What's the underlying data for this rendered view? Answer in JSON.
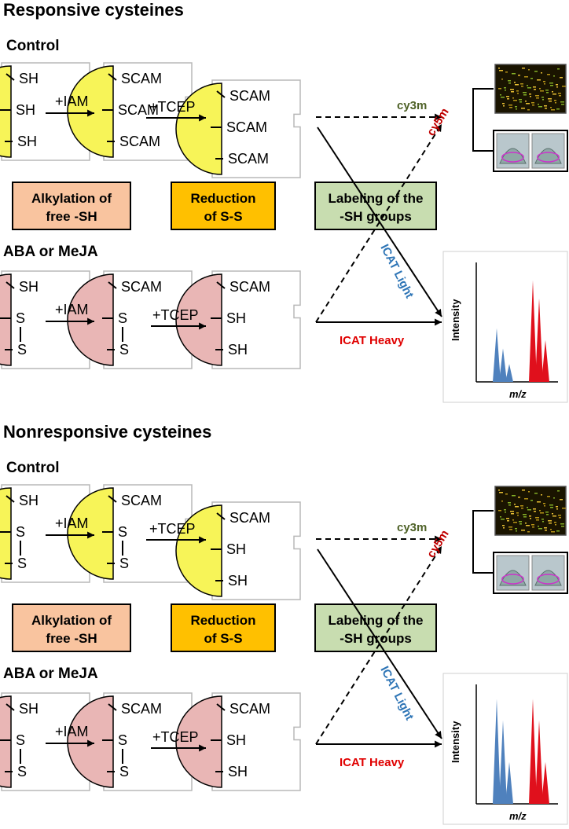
{
  "colors": {
    "control_fill": "#f7f458",
    "treated_fill": "#e9b6b5",
    "alkylation_fill": "#f9c49f",
    "reduction_fill": "#ffc000",
    "labeling_fill": "#c8ddb0",
    "cy3m": "#4f6228",
    "cy5m": "#c00000",
    "icat_light": "#2e75b6",
    "icat_heavy": "#e00000"
  },
  "panels": [
    {
      "title": "Responsive cysteines",
      "control": {
        "label": "Control",
        "protein1": [
          "SH",
          "SH",
          "SH"
        ],
        "reagent1": "+IAM",
        "protein2": [
          "SCAM",
          "SCAM",
          "SCAM"
        ],
        "reagent2": "+TCEP",
        "protein3": [
          "SCAM",
          "SCAM",
          "SCAM"
        ]
      },
      "steps": {
        "alkylation": [
          "Alkylation of",
          "free -SH"
        ],
        "reduction": [
          "Reduction",
          "of S-S"
        ],
        "labeling": [
          "Labeling of the",
          "-SH groups"
        ]
      },
      "treated": {
        "label": "ABA or MeJA",
        "protein1": [
          "SH",
          "S",
          "S"
        ],
        "reagent1": "+IAM",
        "protein2": [
          "SCAM",
          "S",
          "S"
        ],
        "reagent2": "+TCEP",
        "protein3": [
          "SCAM",
          "SH",
          "SH"
        ]
      },
      "labels": {
        "cy3m": "cy3m",
        "cy5m": "cy5m",
        "icat_light": "ICAT Light",
        "icat_heavy": "ICAT Heavy"
      },
      "ms_chart": {
        "ylabel": "Intensity",
        "xlabel": "m/z",
        "light_peaks": [
          0.45,
          0.28,
          0.15
        ],
        "heavy_peaks": [
          0.85,
          0.7,
          0.35
        ],
        "light_color": "#4f81bd",
        "heavy_color": "#e0101c"
      }
    },
    {
      "title": "Nonresponsive cysteines",
      "control": {
        "label": "Control",
        "protein1": [
          "SH",
          "S",
          "S"
        ],
        "reagent1": "+IAM",
        "protein2": [
          "SCAM",
          "S",
          "S"
        ],
        "reagent2": "+TCEP",
        "protein3": [
          "SCAM",
          "SH",
          "SH"
        ]
      },
      "steps": {
        "alkylation": [
          "Alkylation of",
          "free -SH"
        ],
        "reduction": [
          "Reduction",
          "of S-S"
        ],
        "labeling": [
          "Labeling of the",
          "-SH groups"
        ]
      },
      "treated": {
        "label": "ABA or MeJA",
        "protein1": [
          "SH",
          "S",
          "S"
        ],
        "reagent1": "+IAM",
        "protein2": [
          "SCAM",
          "S",
          "S"
        ],
        "reagent2": "+TCEP",
        "protein3": [
          "SCAM",
          "SH",
          "SH"
        ]
      },
      "labels": {
        "cy3m": "cy3m",
        "cy5m": "cy5m",
        "icat_light": "ICAT Light",
        "icat_heavy": "ICAT Heavy"
      },
      "ms_chart": {
        "ylabel": "Intensity",
        "xlabel": "m/z",
        "light_peaks": [
          0.88,
          0.7,
          0.35
        ],
        "heavy_peaks": [
          0.88,
          0.7,
          0.35
        ],
        "light_color": "#4f81bd",
        "heavy_color": "#e0101c"
      }
    }
  ]
}
